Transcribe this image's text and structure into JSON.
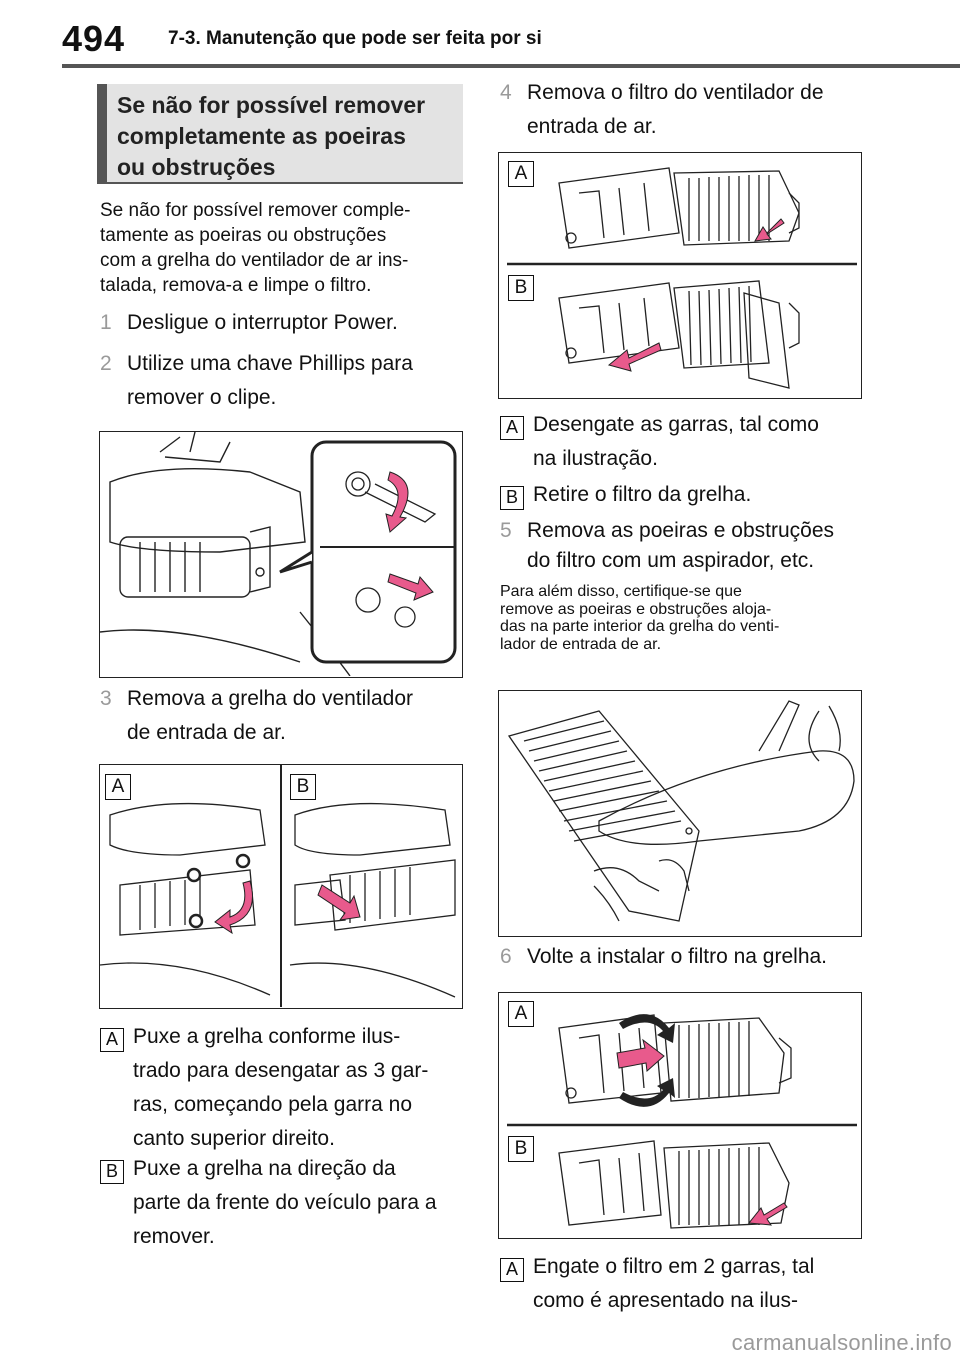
{
  "header": {
    "page_number": "494",
    "chapter_title": "7-3. Manutenção que pode ser feita por si"
  },
  "section": {
    "title_lines": [
      "Se não for possível remover",
      "completamente as poeiras",
      "ou obstruções"
    ],
    "intro_lines": [
      "Se não for possível remover comple-",
      "tamente as poeiras ou obstruções",
      "com a grelha do ventilador de ar ins-",
      "talada, remova-a e limpe o filtro."
    ]
  },
  "steps": {
    "s1": {
      "num": "1",
      "lines": [
        "Desligue o interruptor Power."
      ]
    },
    "s2": {
      "num": "2",
      "lines": [
        "Utilize uma chave Phillips para",
        "remover o clipe."
      ]
    },
    "s3": {
      "num": "3",
      "lines": [
        "Remova a grelha do ventilador",
        "de entrada de ar."
      ]
    },
    "s3_a": {
      "label": "A",
      "lines": [
        "Puxe a grelha conforme ilus-",
        "trado para desengatar as 3 gar-",
        "ras, começando pela garra no",
        "canto superior direito."
      ]
    },
    "s3_b": {
      "label": "B",
      "lines": [
        "Puxe a grelha na direção da",
        "parte da frente do veículo para a",
        "remover."
      ]
    },
    "s4": {
      "num": "4",
      "lines": [
        "Remova o filtro do ventilador de",
        "entrada de ar."
      ]
    },
    "s4_a": {
      "label": "A",
      "lines": [
        "Desengate as garras, tal como",
        "na ilustração."
      ]
    },
    "s4_b": {
      "label": "B",
      "lines": [
        "Retire o filtro da grelha."
      ]
    },
    "s5": {
      "num": "5",
      "lines": [
        "Remova as poeiras e obstruções",
        "do filtro com um aspirador, etc."
      ]
    },
    "s5_note": [
      "Para além disso, certifique-se que",
      "remove as poeiras e obstruções aloja-",
      "das na parte interior da grelha do venti-",
      "lador de entrada de ar."
    ],
    "s6": {
      "num": "6",
      "lines": [
        "Volte a instalar o filtro na grelha."
      ]
    },
    "s6_a": {
      "label": "A",
      "lines": [
        "Engate o filtro em 2 garras, tal",
        "como é apresentado na ilus-"
      ]
    }
  },
  "figures": {
    "fig3": {
      "label_a": "A",
      "label_b": "B"
    },
    "fig4": {
      "label_a": "A",
      "label_b": "B"
    },
    "fig6": {
      "label_a": "A",
      "label_b": "B"
    }
  },
  "watermark": "carmanualsonline.info",
  "colors": {
    "step_number": "#9a9a9a",
    "title_bar": "#e3e3e3",
    "rule": "#555555",
    "arrow_fill": "#e85a8c"
  }
}
